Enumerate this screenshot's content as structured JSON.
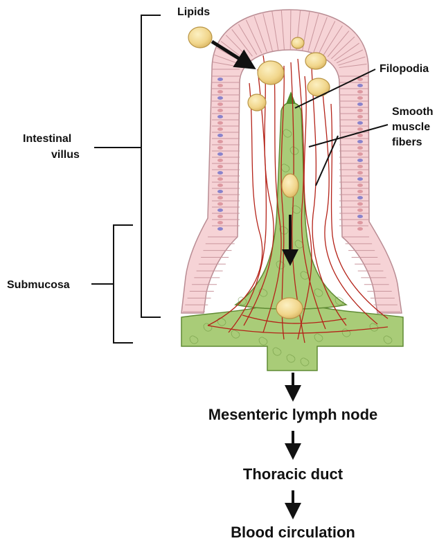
{
  "labels": {
    "lipids": "Lipids",
    "filopodia": "Filopodia",
    "smooth_muscle_1": "Smooth",
    "smooth_muscle_2": "muscle",
    "smooth_muscle_3": "fibers",
    "intestinal_villus_1": "Intestinal",
    "intestinal_villus_2": "villus",
    "submucosa": "Submucosa"
  },
  "flow": {
    "step1": "Mesenteric lymph node",
    "step2": "Thoracic duct",
    "step3": "Blood circulation"
  },
  "colors": {
    "epithelium": "#f6d3d6",
    "cell_border": "#b98c93",
    "nucleus": "#d78b93",
    "blue_accent": "#6f6fc8",
    "lacteal": "#9cc26a",
    "lacteal_dark": "#5f8a33",
    "fibers": "#b42218",
    "lipid": "#f1d68c",
    "lipid_edge": "#b89445",
    "ink": "#111111"
  }
}
